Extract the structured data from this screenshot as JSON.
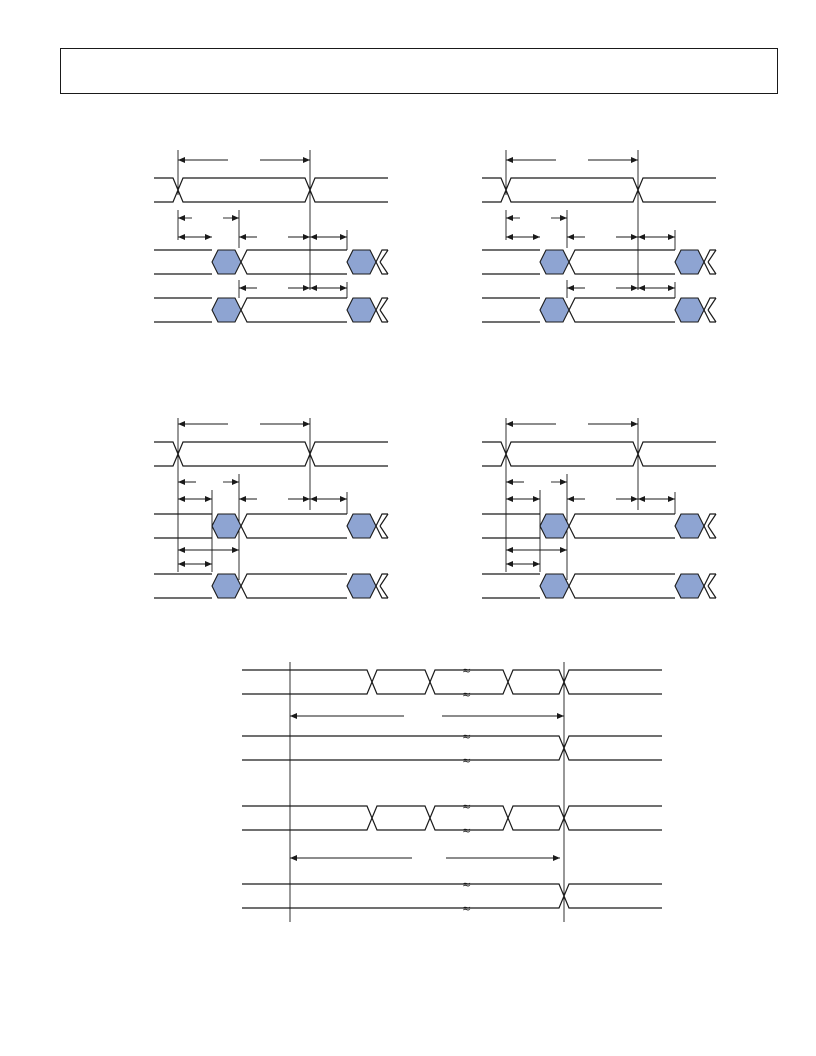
{
  "colors": {
    "line": "#1a1a1a",
    "transition_fill": "#8ea4d2",
    "background": "#ffffff"
  },
  "header": {
    "title": ""
  },
  "diagram_data": {
    "blocks": [
      {
        "id": "top-left",
        "type": "clock-data-timing"
      },
      {
        "id": "top-right",
        "type": "clock-data-timing"
      },
      {
        "id": "middle-left",
        "type": "clock-data-timing-with-delay"
      },
      {
        "id": "middle-right",
        "type": "clock-data-timing-with-delay"
      },
      {
        "id": "bottom",
        "type": "sync-timing",
        "break_symbol": "≈"
      }
    ]
  }
}
